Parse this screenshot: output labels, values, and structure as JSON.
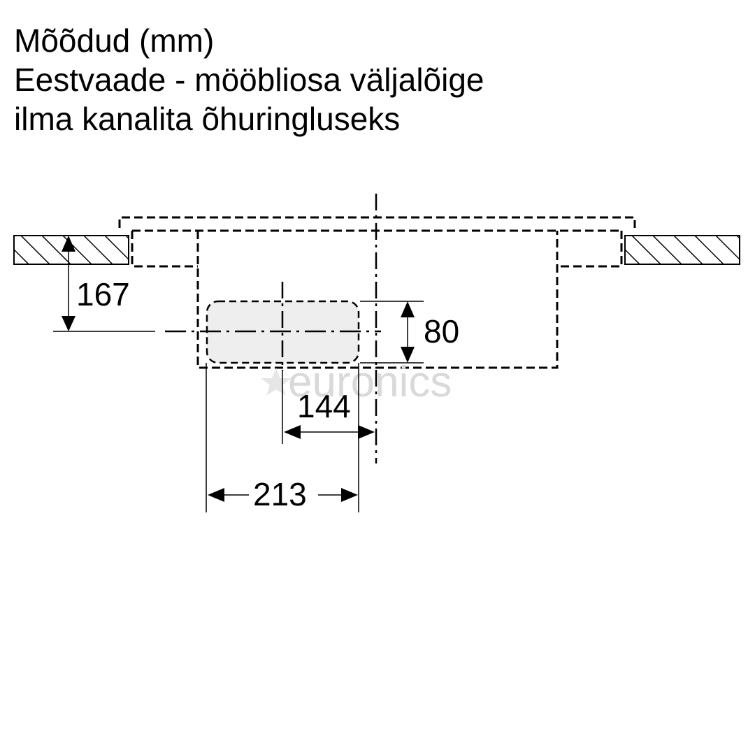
{
  "title": {
    "line1": "Mõõdud (mm)",
    "line2": "Eestvaade - mööbliosa väljalõige",
    "line3": "ilma kanalita õhuringluseks"
  },
  "dimensions": {
    "height_to_axis": "167",
    "opening_height": "80",
    "axis_to_center": "144",
    "opening_width": "213"
  },
  "watermark": {
    "text": "euronics",
    "icon": "star-icon"
  },
  "colors": {
    "line": "#000000",
    "opening_fill": "#eeeeee",
    "watermark": "#d9d9d9"
  }
}
